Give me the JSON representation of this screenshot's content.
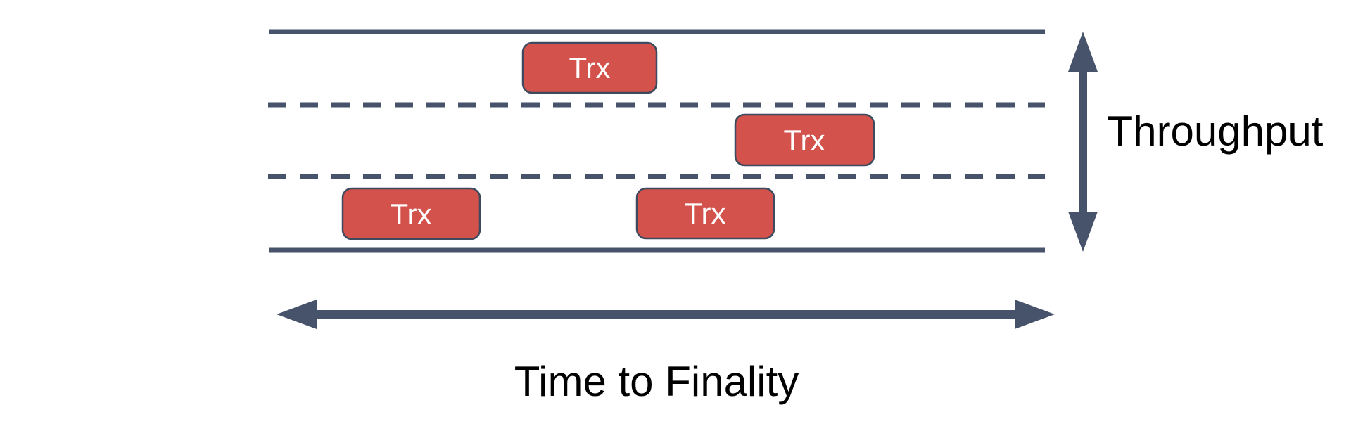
{
  "colors": {
    "line": "#47536A",
    "trx_fill": "#D3524B",
    "trx_border": "#3E4A5E",
    "trx_text": "#FFFFFF",
    "label_text": "#000000",
    "background": "#FFFFFF"
  },
  "diagram": {
    "throughput_label": "Throughput",
    "time_to_finality_label": "Time to Finality",
    "lane_count": 3,
    "transactions": [
      {
        "label": "Trx",
        "lane": "top"
      },
      {
        "label": "Trx",
        "lane": "middle"
      },
      {
        "label": "Trx",
        "lane": "bottom"
      },
      {
        "label": "Trx",
        "lane": "bottom"
      }
    ]
  }
}
